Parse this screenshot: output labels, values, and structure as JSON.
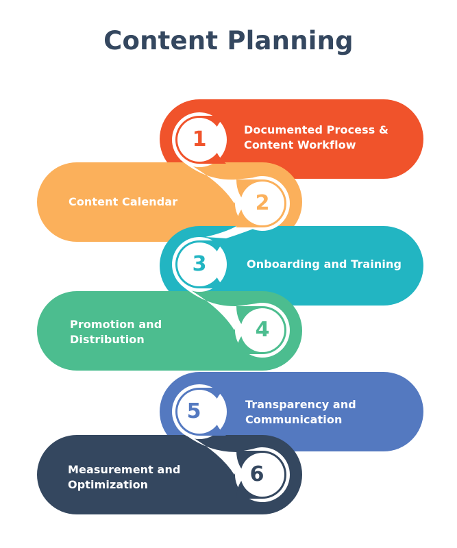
{
  "title": "Content Planning",
  "steps": [
    {
      "number": "1",
      "label_lines": [
        "Documented Process &",
        "Content Workflow"
      ],
      "color": "#f0532b"
    },
    {
      "number": "2",
      "label_lines": [
        "Content Calendar"
      ],
      "color": "#fbb05b"
    },
    {
      "number": "3",
      "label_lines": [
        "Onboarding and Training"
      ],
      "color": "#22b5c2"
    },
    {
      "number": "4",
      "label_lines": [
        "Promotion and",
        "Distribution"
      ],
      "color": "#4cbd8f"
    },
    {
      "number": "5",
      "label_lines": [
        "Transparency and",
        "Communication"
      ],
      "color": "#5479c0"
    },
    {
      "number": "6",
      "label_lines": [
        "Measurement and",
        "Optimization"
      ],
      "color": "#34475f"
    }
  ]
}
